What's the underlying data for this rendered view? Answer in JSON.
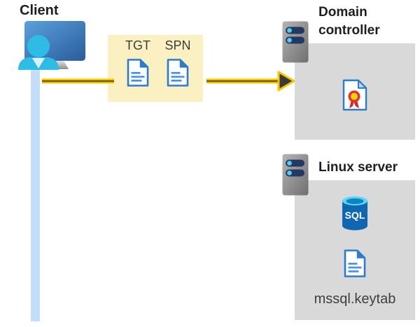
{
  "client": {
    "label": "Client"
  },
  "tickets": {
    "items": [
      {
        "label": "TGT",
        "icon": "document-icon"
      },
      {
        "label": "SPN",
        "icon": "document-icon"
      }
    ]
  },
  "domain_controller": {
    "label": "Domain controller",
    "icons": [
      "server-icon",
      "certificate-icon"
    ]
  },
  "linux_server": {
    "label": "Linux server",
    "sql_label": "SQL",
    "keytab_label": "mssql.keytab",
    "icons": [
      "server-icon",
      "sql-database-icon",
      "document-icon"
    ]
  },
  "colors": {
    "highlight_box_yellow": "#faf0c2",
    "panel_gray": "#d9d9d9",
    "arrow_yellow": "#f5c500",
    "arrow_core_dark": "#6b5800",
    "arrowhead_fill": "#3a3a3a",
    "document_blue": "#2e7bcb",
    "document_line_blue": "#4f94db",
    "client_line_blue": "#c4ddf8",
    "server_bar_navy": "#233862",
    "server_dot_cyan": "#58cbec",
    "person_cyan": "#2ebbe6",
    "sql_body_blue": "#1166b1",
    "sql_top_cyan": "#59d7f7",
    "certificate_red": "#d93636",
    "certificate_gold": "#ffce00"
  }
}
